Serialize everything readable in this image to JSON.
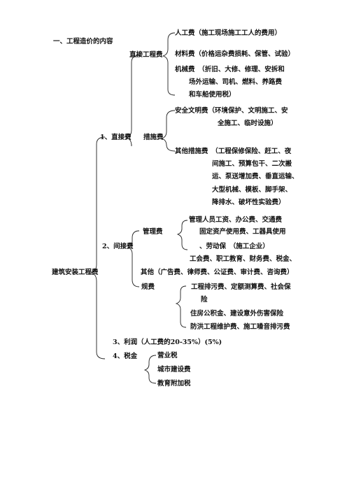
{
  "heading": "一、工程造价的内容",
  "root": "建筑安装工程费",
  "direct": {
    "label": "1、直接费",
    "direct_engineering": {
      "label": "直接工程费",
      "items": [
        "人工费（施工现场施工工人的费用）",
        "材料费（价格运杂费损耗、保管、试验）",
        "机械费　（折旧、大修、修理、安拆和",
        "场外运输、司机、燃料、养路费",
        "和车船使用税）"
      ]
    },
    "measures": {
      "label": "措施费",
      "safety_lines": [
        "安全文明费（环境保护、文明施工、安",
        "全施工、临时设施）"
      ],
      "other_lines": [
        "其他措施费　（工程保修保险、赶工、夜",
        "间施工、预算包干、二次搬",
        "运、泵送增加费、垂直运输、",
        "大型机械、模板、脚手架、",
        "降排水、破坏性实验费）"
      ]
    }
  },
  "indirect": {
    "label": "2、间接费",
    "management": {
      "label": "管理费",
      "lines": [
        "管理人员工资、办公费、交通费",
        "固定资产使用费、工器具使用",
        "、劳动保　（施工企业）",
        "工会费、职工教育、财务费、税金、"
      ]
    },
    "other_line": "其他（广告费、律师费、公证费、审计费、咨询费）",
    "fees": {
      "label": "规费",
      "lines": [
        "工程排污费、定额测算费、社会保",
        "险",
        "住房公积金、建设意外伤害保险",
        "防洪工程维护费、施工噪音排污费"
      ]
    }
  },
  "profit": "3、利润（人工费的20-35%）(5%)",
  "tax": {
    "label": "4、税金",
    "items": [
      "营业税",
      "城市建设费",
      "教育附加税"
    ]
  }
}
